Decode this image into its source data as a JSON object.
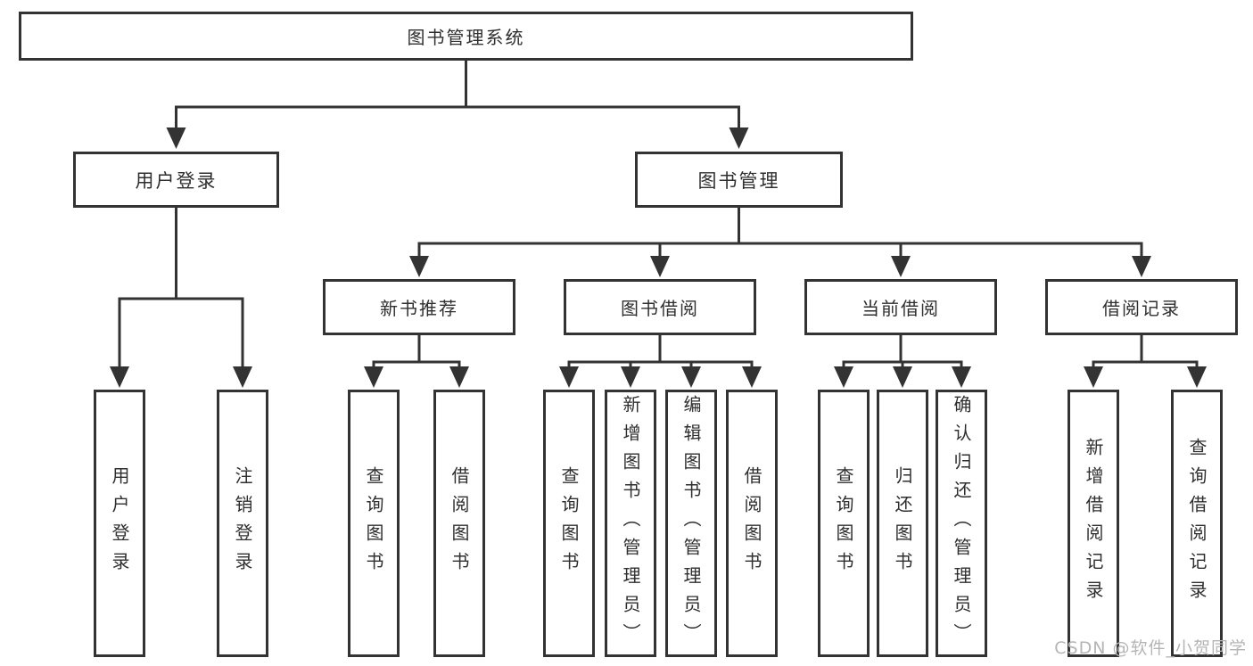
{
  "tree": {
    "label": "图书管理系统",
    "children": [
      {
        "label": "用户登录",
        "children": [
          {
            "label": "用户登录"
          },
          {
            "label": "注销登录"
          }
        ]
      },
      {
        "label": "图书管理",
        "children": [
          {
            "label": "新书推荐",
            "children": [
              {
                "label": "查询图书"
              },
              {
                "label": "借阅图书"
              }
            ]
          },
          {
            "label": "图书借阅",
            "children": [
              {
                "label": "查询图书"
              },
              {
                "label": "新增图书（管理员）"
              },
              {
                "label": "编辑图书（管理员）"
              },
              {
                "label": "借阅图书"
              }
            ]
          },
          {
            "label": "当前借阅",
            "children": [
              {
                "label": "查询图书"
              },
              {
                "label": "归还图书"
              },
              {
                "label": "确认归还（管理员）"
              }
            ]
          },
          {
            "label": "借阅记录",
            "children": [
              {
                "label": "新增借阅记录"
              },
              {
                "label": "查询借阅记录"
              }
            ]
          }
        ]
      }
    ]
  },
  "watermark": "CSDN @软件_小贺同学",
  "colors": {
    "line": "#333333",
    "box_border": "#333333",
    "text": "#2f2f2f",
    "background": "#ffffff",
    "watermark": "#b5b5b5"
  }
}
